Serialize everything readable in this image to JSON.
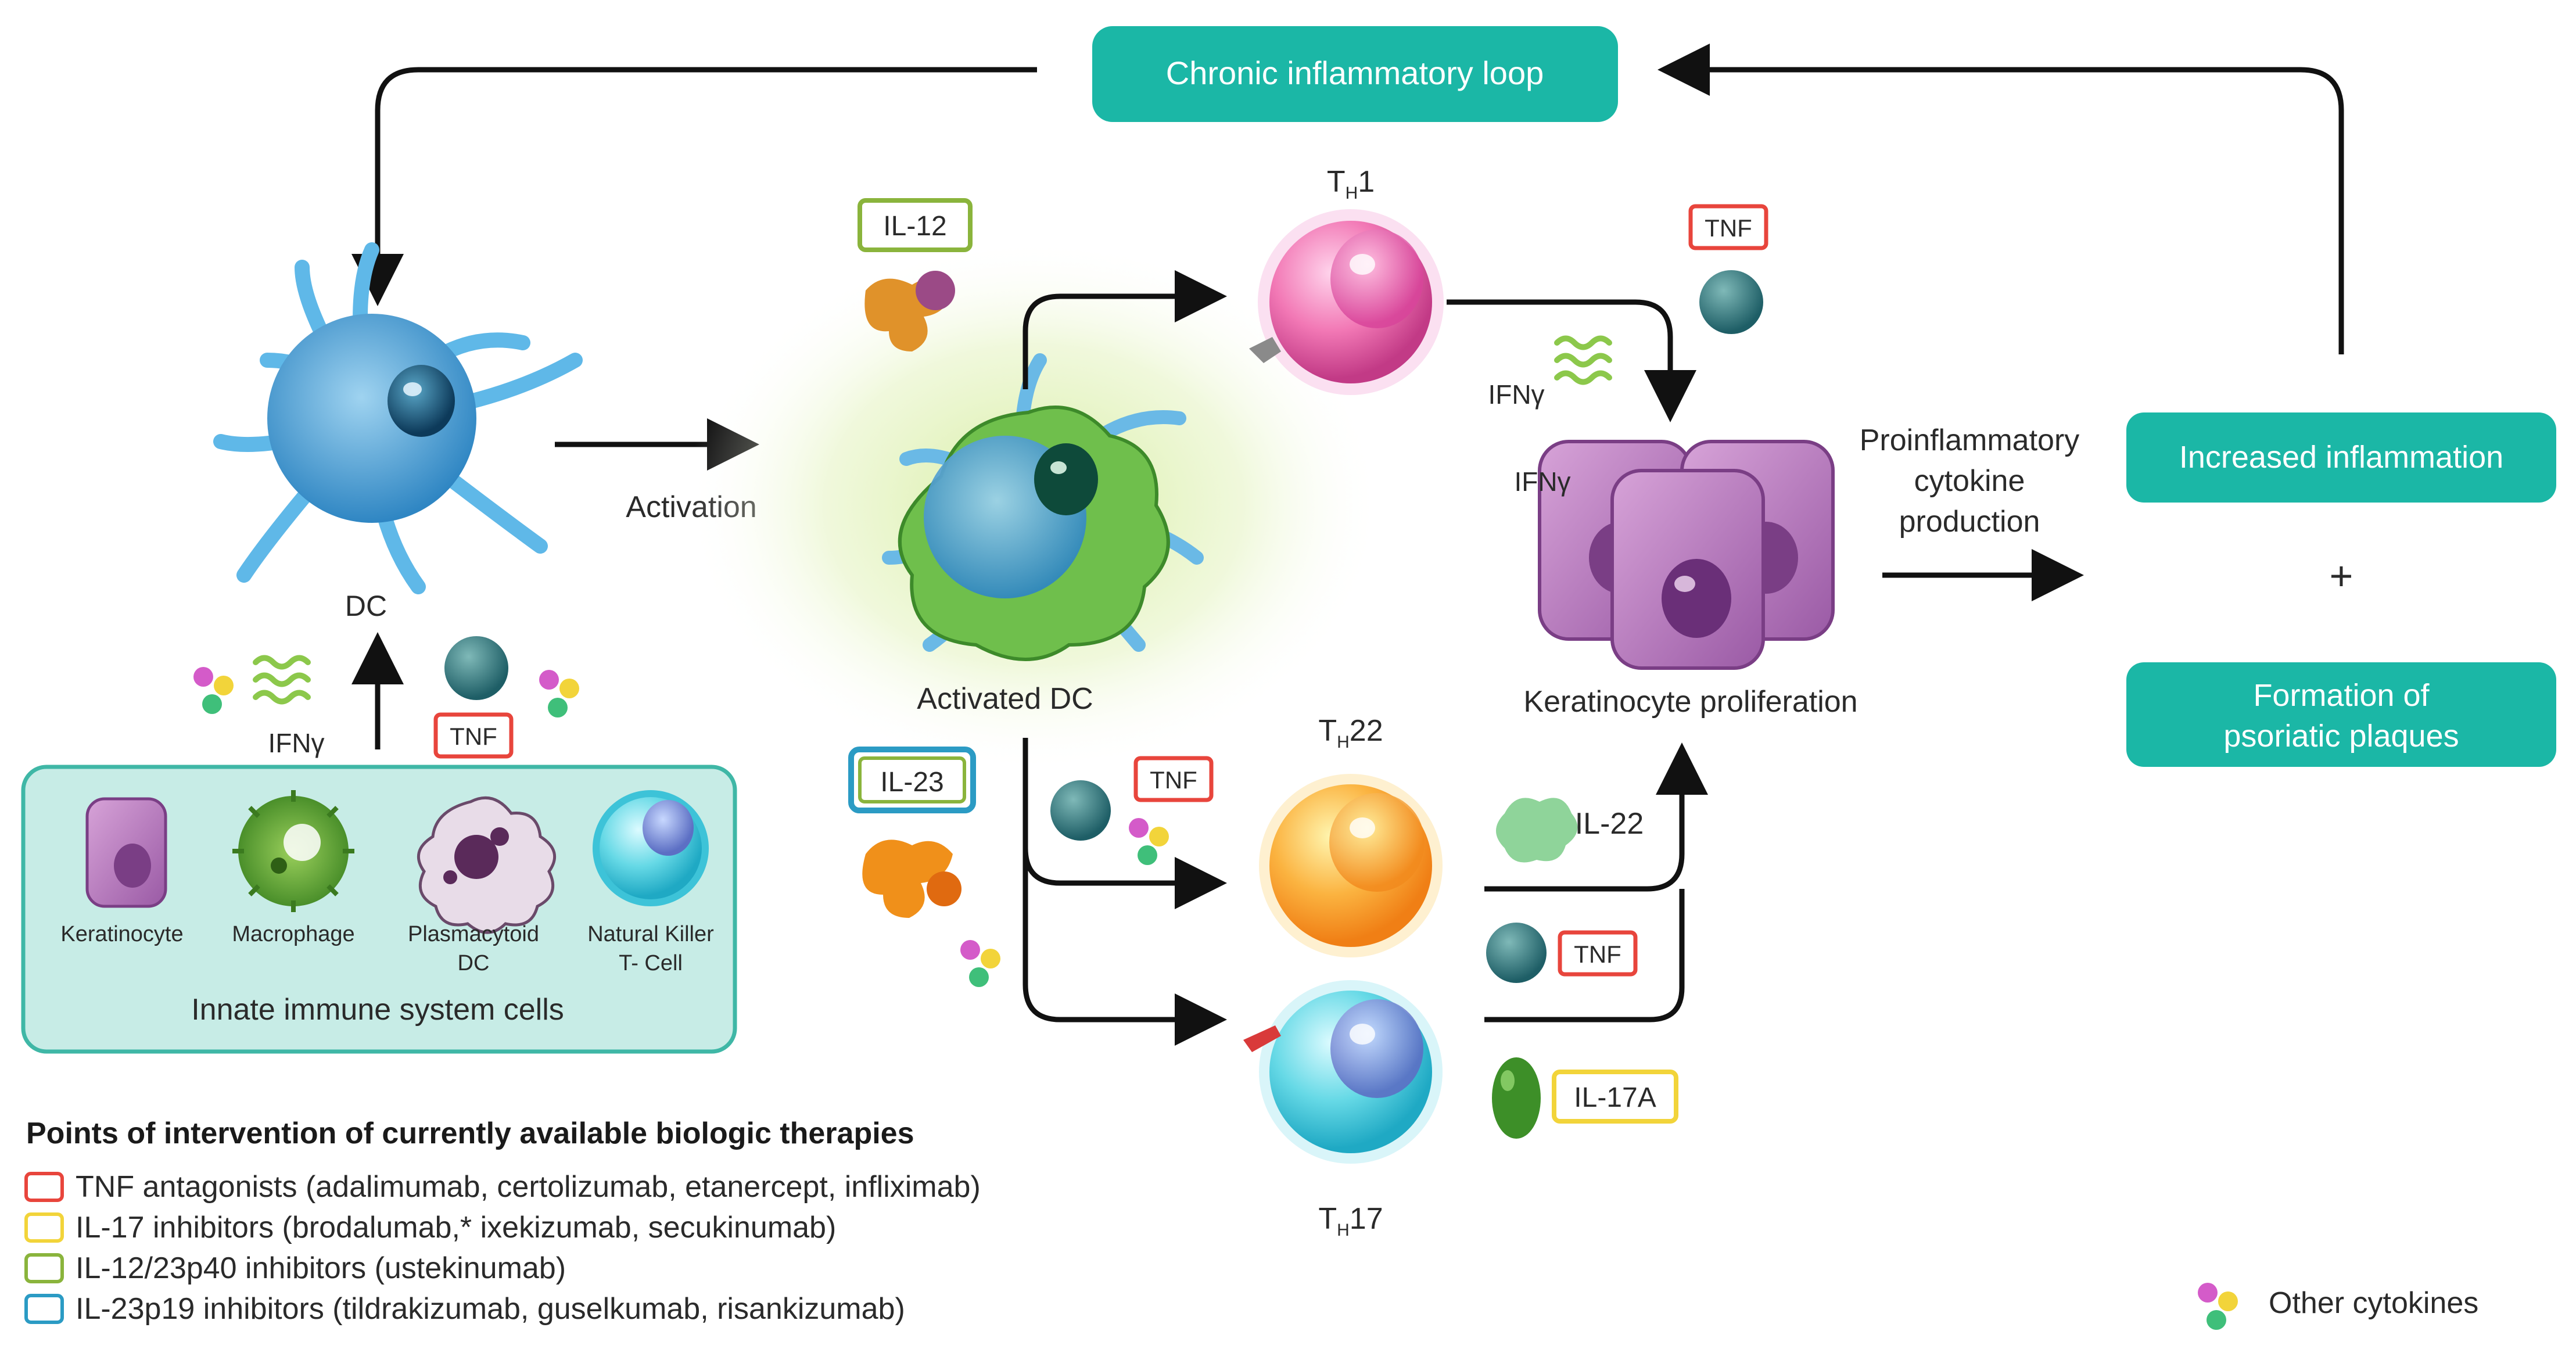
{
  "boxes": {
    "chronic_loop": "Chronic inflammatory loop",
    "increased_inflammation": "Increased inflammation",
    "plus": "+",
    "formation_line1": "Formation of",
    "formation_line2": "psoriatic plaques"
  },
  "cells": {
    "dc": "DC",
    "activated_dc": "Activated DC",
    "th1_main": "T",
    "th1_sub": "H",
    "th1_suffix": "1",
    "th22_main": "T",
    "th22_sub": "H",
    "th22_suffix": "22",
    "th17_main": "T",
    "th17_sub": "H",
    "th17_suffix": "17",
    "keratinocyte_proliferation": "Keratinocyte proliferation"
  },
  "innate": {
    "keratinocyte": "Keratinocyte",
    "macrophage": "Macrophage",
    "plasmacytoid_line1": "Plasmacytoid",
    "plasmacytoid_line2": "DC",
    "nk_line1": "Natural Killer",
    "nk_line2": "T- Cell",
    "group_label": "Innate immune system cells"
  },
  "labels": {
    "activation": "Activation",
    "ifng_left": "IFNγ",
    "ifng_top": "IFNγ",
    "ifng_kc": "IFNγ",
    "proinflammatory_line1": "Proinflammatory",
    "proinflammatory_line2": "cytokine",
    "proinflammatory_line3": "production",
    "il22": "IL-22",
    "other_cytokines": "Other cytokines"
  },
  "tags": {
    "tnf": "TNF",
    "il12": "IL-12",
    "il23": "IL-23",
    "il17a": "IL-17A"
  },
  "legend": {
    "title": "Points of intervention of currently available biologic therapies",
    "items": [
      {
        "text": "TNF antagonists (adalimumab, certolizumab, etanercept, infliximab)",
        "color": "#e8453c"
      },
      {
        "text": "IL-17 inhibitors (brodalumab,* ixekizumab, secukinumab)",
        "color": "#f2d43a"
      },
      {
        "text": "IL-12/23p40 inhibitors (ustekinumab)",
        "color": "#8ab43c"
      },
      {
        "text": "IL-23p19 inhibitors (tildrakizumab, guselkumab, risankizumab)",
        "color": "#2b9bc4"
      }
    ]
  },
  "colors": {
    "teal_box": "#1bb7a6",
    "innate_bg": "#c7ece6",
    "innate_border": "#3fb7a6",
    "tnf": "#e8453c",
    "il17": "#f2d43a",
    "il12": "#8ab43c",
    "il23": "#2b9bc4"
  }
}
